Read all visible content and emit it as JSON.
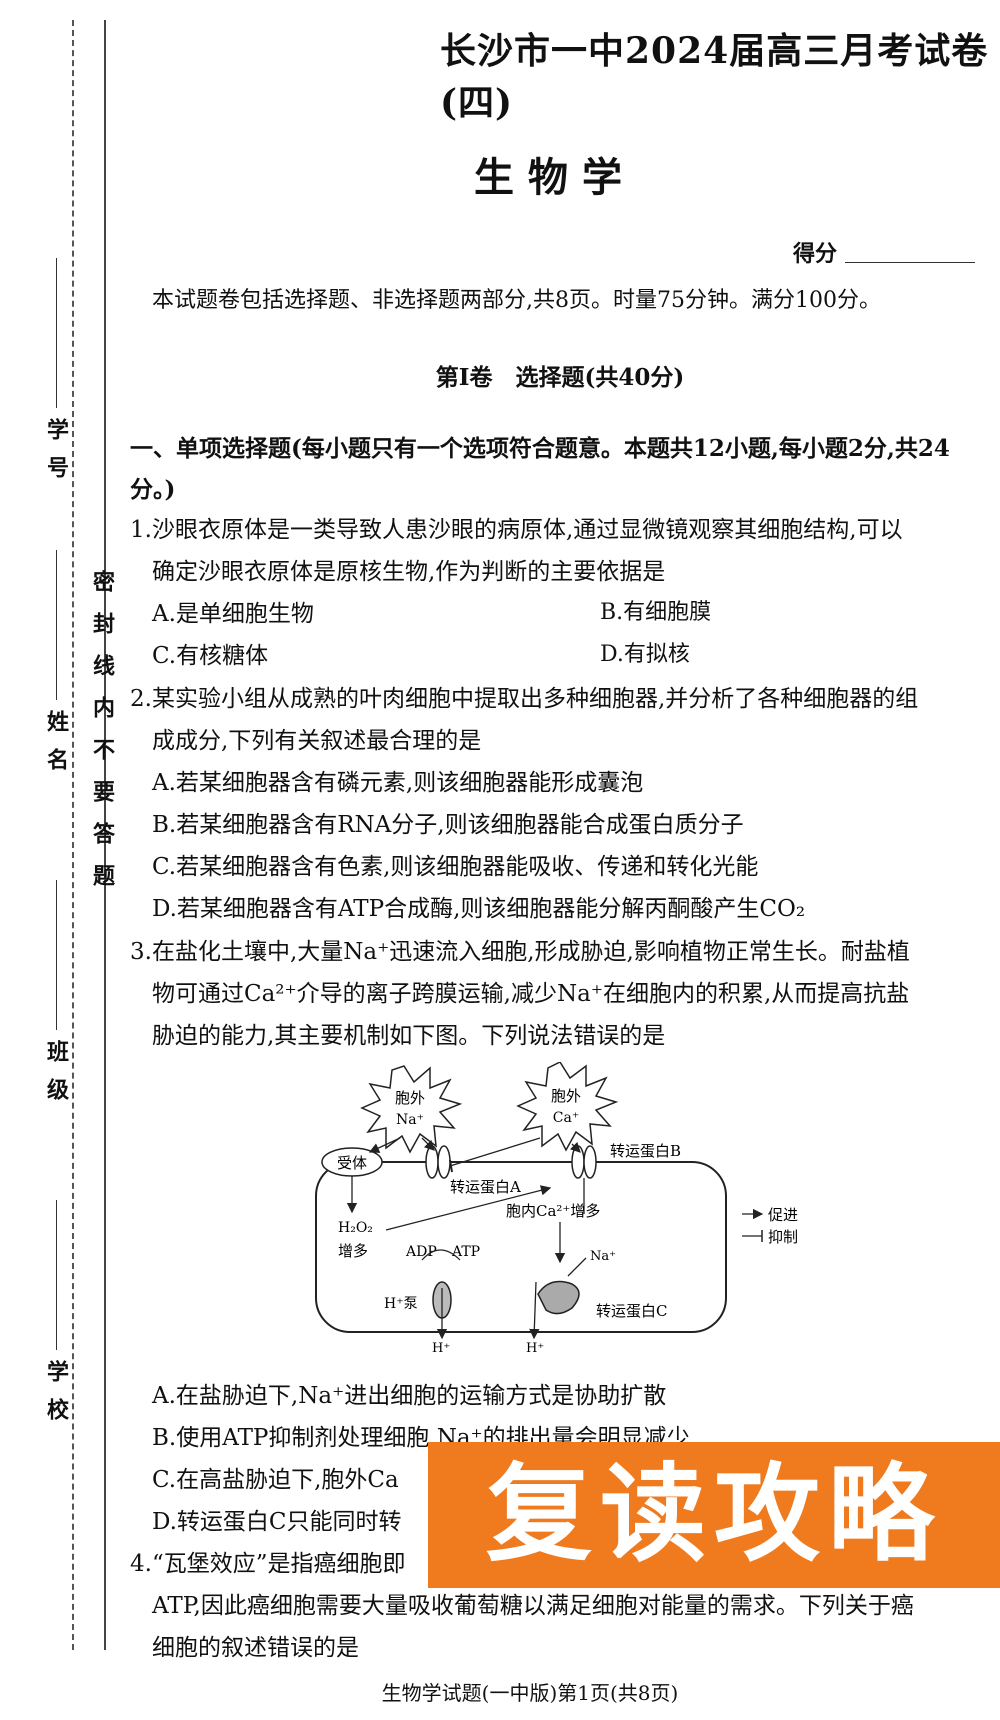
{
  "header": {
    "exam_title": "长沙市一中2024届高三月考试卷(四)",
    "subject": "生物学",
    "score_label": "得分"
  },
  "intro": "本试题卷包括选择题、非选择题两部分,共8页。时量75分钟。满分100分。",
  "part_title": "第Ⅰ卷　选择题(共40分)",
  "section_title": "一、单项选择题(每小题只有一个选项符合题意。本题共12小题,每小题2分,共24分。)",
  "binding": {
    "fields": [
      "学号",
      "姓名",
      "班级",
      "学校"
    ],
    "notice": "密封线内不要答题"
  },
  "questions": [
    {
      "stem_lines": [
        "1.沙眼衣原体是一类导致人患沙眼的病原体,通过显微镜观察其细胞结构,可以",
        "确定沙眼衣原体是原核生物,作为判断的主要依据是"
      ],
      "options": [
        "A.是单细胞生物",
        "B.有细胞膜",
        "C.有核糖体",
        "D.有拟核"
      ]
    },
    {
      "stem_lines": [
        "2.某实验小组从成熟的叶肉细胞中提取出多种细胞器,并分析了各种细胞器的组",
        "成成分,下列有关叙述最合理的是"
      ],
      "options": [
        "A.若某细胞器含有磷元素,则该细胞器能形成囊泡",
        "B.若某细胞器含有RNA分子,则该细胞器能合成蛋白质分子",
        "C.若某细胞器含有色素,则该细胞器能吸收、传递和转化光能",
        "D.若某细胞器含有ATP合成酶,则该细胞器能分解丙酮酸产生CO₂"
      ]
    },
    {
      "stem_lines": [
        "3.在盐化土壤中,大量Na⁺迅速流入细胞,形成胁迫,影响植物正常生长。耐盐植",
        "物可通过Ca²⁺介导的离子跨膜运输,减少Na⁺在细胞内的积累,从而提高抗盐",
        "胁迫的能力,其主要机制如下图。下列说法错误的是"
      ],
      "options": [
        "A.在盐胁迫下,Na⁺进出细胞的运输方式是协助扩散",
        "B.使用ATP抑制剂处理细胞,Na⁺的排出量会明显减少",
        "C.在高盐胁迫下,胞外Ca",
        "D.转运蛋白C只能同时转"
      ]
    },
    {
      "stem_lines": [
        "4.“瓦堡效应”是指癌细胞即",
        "ATP,因此癌细胞需要大量吸收葡萄糖以满足细胞对能量的需求。下列关于癌",
        "细胞的叙述错误的是"
      ]
    }
  ],
  "diagram": {
    "out_na": "胞外",
    "out_na_ion": "Na⁺",
    "out_ca": "胞外",
    "out_ca_ion": "Ca⁺",
    "receptor": "受体",
    "protein_a": "转运蛋白A",
    "protein_b": "转运蛋白B",
    "protein_c": "转运蛋白C",
    "h2o2": "H₂O₂",
    "increase": "增多",
    "ca_in": "胞内Ca²⁺增多",
    "adp": "ADP",
    "atp": "ATP",
    "na_in": "Na⁺",
    "h_pump": "H⁺泵",
    "h1": "H⁺",
    "h2": "H⁺",
    "legend_promote": "促进",
    "legend_inhibit": "抑制"
  },
  "watermark": "复读攻略",
  "footer": "生物学试题(一中版)第1页(共8页)"
}
